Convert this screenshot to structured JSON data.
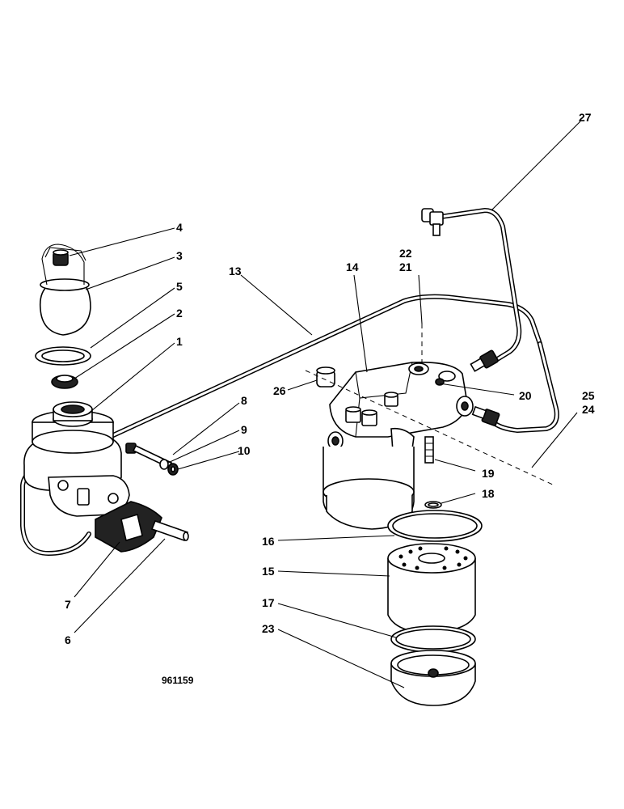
{
  "drawing_ref": "961159",
  "callouts": [
    {
      "id": "c27",
      "text": "27"
    },
    {
      "id": "c4",
      "text": "4"
    },
    {
      "id": "c3",
      "text": "3"
    },
    {
      "id": "c5",
      "text": "5"
    },
    {
      "id": "c2",
      "text": "2"
    },
    {
      "id": "c1",
      "text": "1"
    },
    {
      "id": "c13",
      "text": "13"
    },
    {
      "id": "c14",
      "text": "14"
    },
    {
      "id": "c22",
      "text": "22"
    },
    {
      "id": "c21",
      "text": "21"
    },
    {
      "id": "c26",
      "text": "26"
    },
    {
      "id": "c20",
      "text": "20"
    },
    {
      "id": "c25",
      "text": "25"
    },
    {
      "id": "c24",
      "text": "24"
    },
    {
      "id": "c8",
      "text": "8"
    },
    {
      "id": "c9",
      "text": "9"
    },
    {
      "id": "c10",
      "text": "10"
    },
    {
      "id": "c19",
      "text": "19"
    },
    {
      "id": "c18",
      "text": "18"
    },
    {
      "id": "c16",
      "text": "16"
    },
    {
      "id": "c15",
      "text": "15"
    },
    {
      "id": "c17",
      "text": "17"
    },
    {
      "id": "c23",
      "text": "23"
    },
    {
      "id": "c7",
      "text": "7"
    },
    {
      "id": "c6",
      "text": "6"
    }
  ]
}
